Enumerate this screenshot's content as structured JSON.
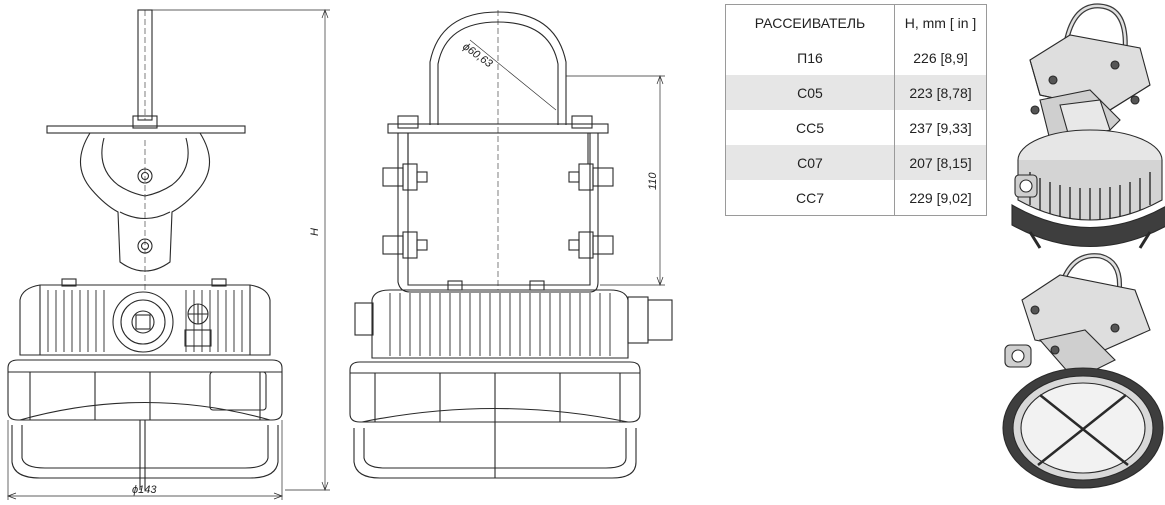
{
  "dimensions": {
    "height_label": "H",
    "diameter_label": "ϕ143",
    "bracket_label": "ϕ60,63",
    "mount_height_label": "110"
  },
  "table": {
    "headers": [
      "РАССЕИВАТЕЛЬ",
      "H, mm [ in ]"
    ],
    "rows": [
      [
        "П16",
        "226 [8,9]"
      ],
      [
        "C05",
        "223 [8,78]"
      ],
      [
        "CC5",
        "237 [9,33]"
      ],
      [
        "C07",
        "207 [8,15]"
      ],
      [
        "CC7",
        "229 [9,02]"
      ]
    ]
  },
  "colors": {
    "line": "#2a2a2a",
    "table_stripe": "#e6e6e6",
    "metal_light": "#d9d9d9",
    "metal_dark": "#4a4a4a"
  }
}
